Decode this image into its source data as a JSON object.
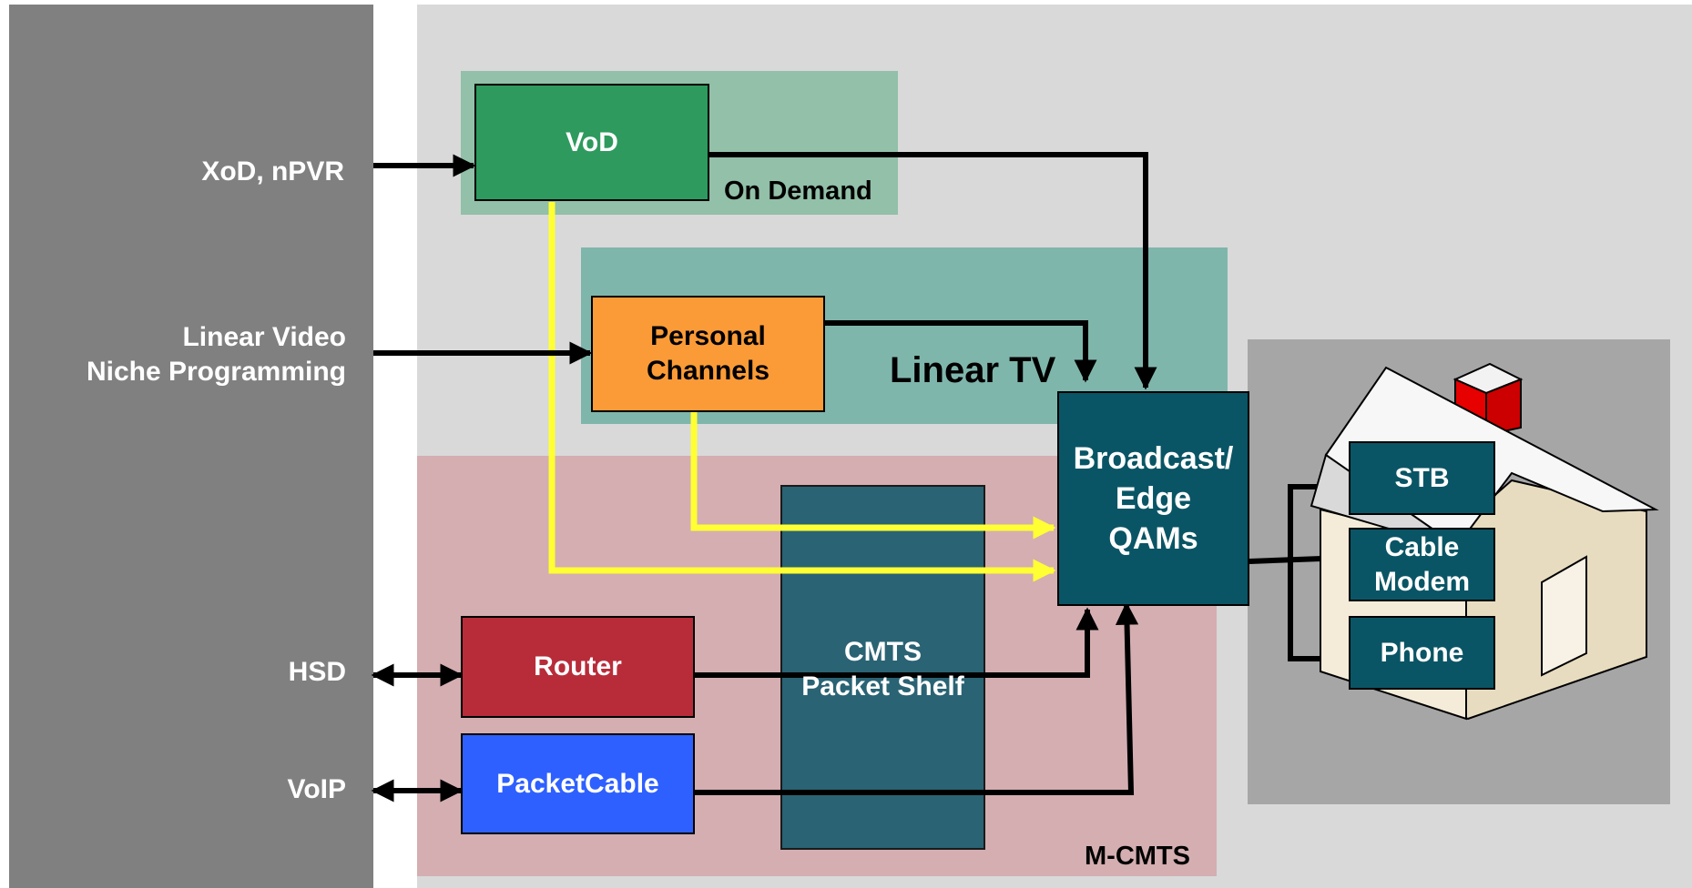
{
  "inputs": {
    "xod": "XoD, nPVR",
    "linear_line1": "Linear Video",
    "linear_line2": "Niche Programming",
    "hsd": "HSD",
    "voip": "VoIP"
  },
  "regions": {
    "on_demand": "On Demand",
    "linear_tv": "Linear TV",
    "mcmts": "M-CMTS"
  },
  "blocks": {
    "vod": "VoD",
    "personal_line1": "Personal",
    "personal_line2": "Channels",
    "router": "Router",
    "packetcable": "PacketCable",
    "cmts_line1": "CMTS",
    "cmts_line2": "Packet Shelf",
    "qam_line1": "Broadcast/",
    "qam_line2": "Edge",
    "qam_line3": "QAMs"
  },
  "home": {
    "stb": "STB",
    "modem_line1": "Cable",
    "modem_line2": "Modem",
    "phone": "Phone"
  },
  "colors": {
    "left_panel": "#808080",
    "background_panel": "#d9d9d9",
    "on_demand_region": "#92c0a8",
    "linear_region": "#7fb6ac",
    "mcmts_region": "#d4aeb1",
    "home_panel": "#a6a6a6",
    "vod": "#2e9a5e",
    "personal": "#fb9b37",
    "router": "#b82c3a",
    "packetcable": "#2e60ff",
    "cmts": "#2a6374",
    "qam": "#0a5565",
    "home_device": "#0a5565",
    "yellow_path": "#ffff33"
  }
}
